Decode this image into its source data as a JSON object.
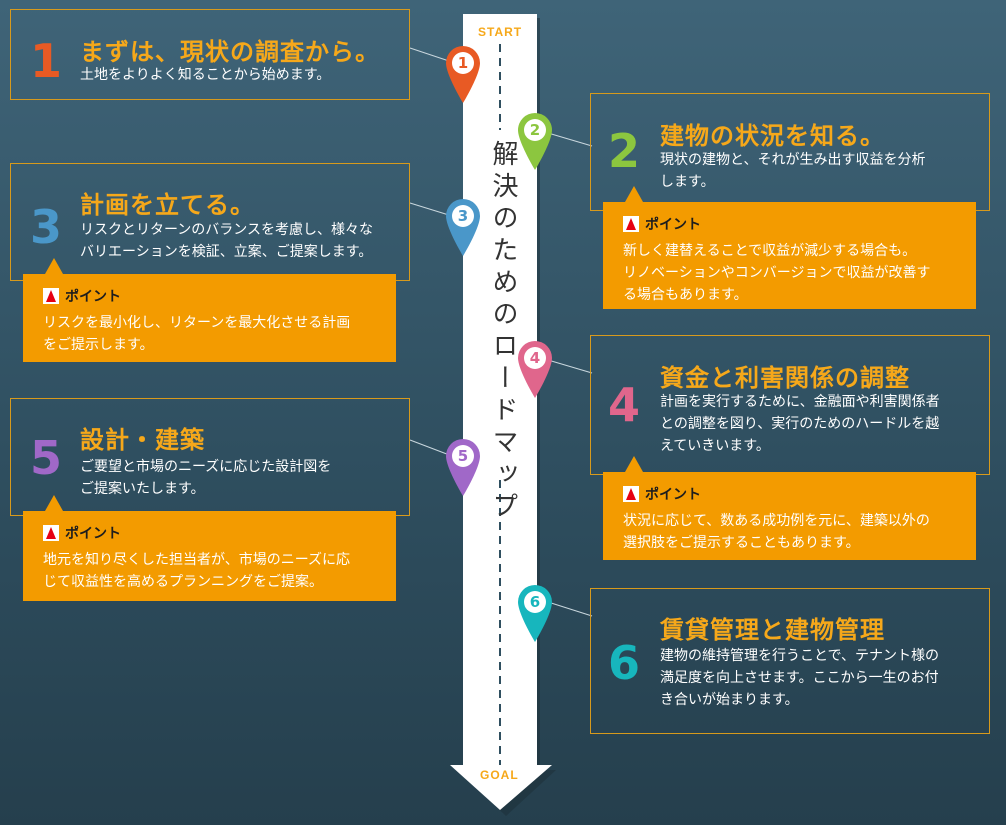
{
  "road": {
    "start_label": "START",
    "goal_label": "GOAL",
    "title": "解決のためのロードマップ"
  },
  "point_label": "ポイント",
  "colors": {
    "step1": "#e85a24",
    "step2": "#8cc63f",
    "step3": "#4a97c9",
    "step4": "#e0668c",
    "step5": "#a068c8",
    "step6": "#17b6bd",
    "accent": "#f39b00",
    "title": "#f6a81a"
  },
  "steps": [
    {
      "num": "1",
      "title": "まずは、現状の調査から。",
      "desc": [
        "土地をよりよく知ることから始めます。"
      ],
      "point": null
    },
    {
      "num": "2",
      "title": "建物の状況を知る。",
      "desc": [
        "現状の建物と、それが生み出す収益を分析",
        "します。"
      ],
      "point": [
        "新しく建替えることで収益が減少する場合も。",
        "リノベーションやコンバージョンで収益が改善す",
        "る場合もあります。"
      ]
    },
    {
      "num": "3",
      "title": "計画を立てる。",
      "desc": [
        "リスクとリターンのバランスを考慮し、様々な",
        "バリエーションを検証、立案、ご提案します。"
      ],
      "point": [
        "リスクを最小化し、リターンを最大化させる計画",
        "をご提示します。"
      ]
    },
    {
      "num": "4",
      "title": "資金と利害関係の調整",
      "desc": [
        "計画を実行するために、金融面や利害関係者",
        "との調整を図り、実行のためのハードルを越",
        "えていきいます。"
      ],
      "point": [
        "状況に応じて、数ある成功例を元に、建築以外の",
        "選択肢をご提示することもあります。"
      ]
    },
    {
      "num": "5",
      "title": "設計・建築",
      "desc": [
        "ご要望と市場のニーズに応じた設計図を",
        "ご提案いたします。"
      ],
      "point": [
        "地元を知り尽くした担当者が、市場のニーズに応",
        "じて収益性を高めるプランニングをご提案。"
      ]
    },
    {
      "num": "6",
      "title": "賃貸管理と建物管理",
      "desc": [
        "建物の維持管理を行うことで、テナント様の",
        "満足度を向上させます。ここから一生のお付",
        "き合いが始まります。"
      ],
      "point": null
    }
  ]
}
